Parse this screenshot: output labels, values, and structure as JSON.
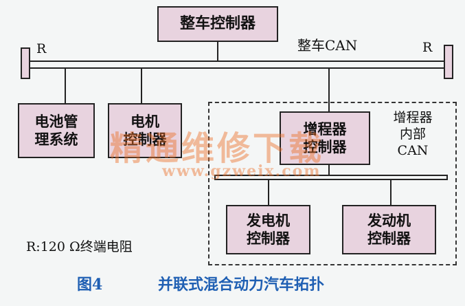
{
  "diagram": {
    "vcu": "整车控制器",
    "can_bus_label": "整车CAN",
    "terminator_left": "R",
    "terminator_right": "R",
    "bms_line1": "电池管",
    "bms_line2": "理系统",
    "mcu_line1": "电机",
    "mcu_line2": "控制器",
    "rex_line1": "增程器",
    "rex_line2": "控制器",
    "rex_can_line1": "增程器",
    "rex_can_line2": "内部",
    "rex_can_line3": "CAN",
    "gen_line1": "发电机",
    "gen_line2": "控制器",
    "eng_line1": "发动机",
    "eng_line2": "控制器",
    "resistor_note": "R:120 Ω终端电阻"
  },
  "caption": {
    "figure": "图4",
    "title": "并联式混合动力汽车拓扑"
  },
  "watermark": {
    "text": "精通维修下载",
    "url": "www.gzweix.com"
  },
  "colors": {
    "box_fill": "#e8d3df",
    "caption": "#1f5fb3",
    "watermark": "#ec6e28"
  }
}
